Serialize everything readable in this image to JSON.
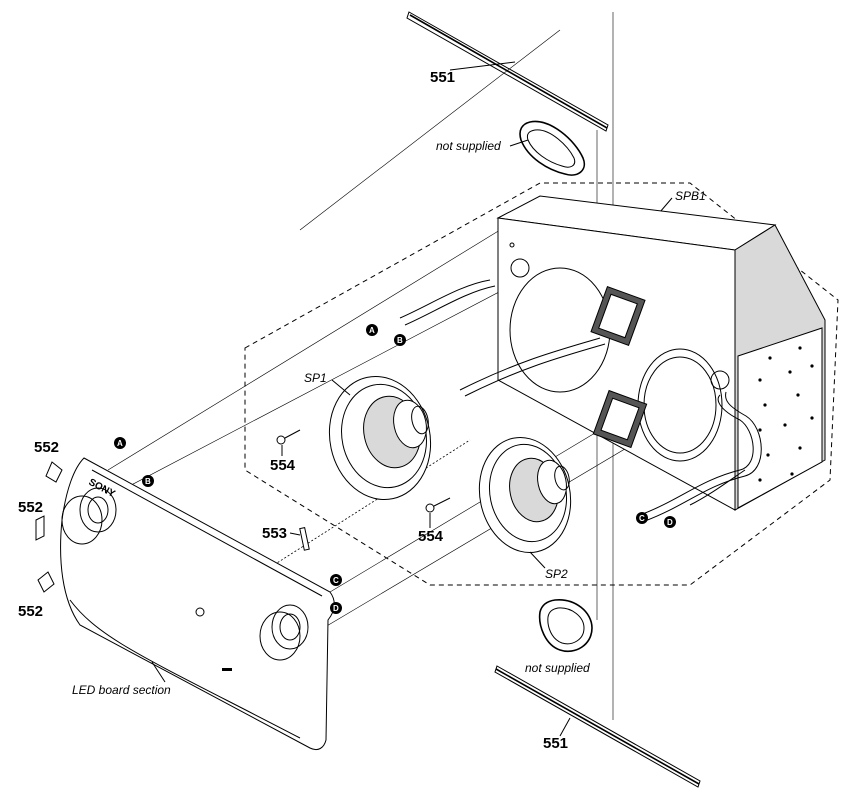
{
  "parts": {
    "p551_top": "551",
    "p551_bottom": "551",
    "p552_a": "552",
    "p552_b": "552",
    "p552_c": "552",
    "p553": "553",
    "p554_a": "554",
    "p554_b": "554"
  },
  "labels": {
    "not_supplied_top": "not supplied",
    "not_supplied_bottom": "not supplied",
    "spb1": "SPB1",
    "sp1": "SP1",
    "sp2": "SP2",
    "led_board": "LED board section",
    "brand": "SONY"
  },
  "markers": {
    "a": "A",
    "b": "B",
    "c": "C",
    "d": "D"
  }
}
